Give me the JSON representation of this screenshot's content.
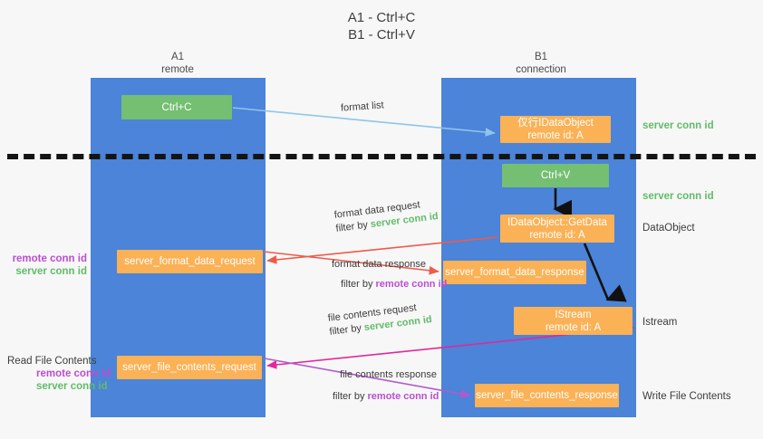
{
  "title": {
    "line1": "A1 - Ctrl+C",
    "line2": "B1 - Ctrl+V"
  },
  "columns": [
    {
      "name": "A1",
      "sub": "remote"
    },
    {
      "name": "B1",
      "sub": "connection"
    }
  ],
  "nodes": {
    "ctrl_c": {
      "label": "Ctrl+C",
      "color": "#74bf72"
    },
    "idataobject": {
      "line1": "仅行IDataObject",
      "line2": "remote id: A",
      "color": "#fbb155"
    },
    "ctrl_v": {
      "label": "Ctrl+V",
      "color": "#74bf72"
    },
    "getdata": {
      "line1": "IDataObject::GetData",
      "line2": "remote id: A",
      "color": "#fbb155"
    },
    "server_format_data_request": {
      "label": "server_format_data_request",
      "color": "#fbb155"
    },
    "server_format_data_response": {
      "label": "server_format_data_response",
      "color": "#fbb155"
    },
    "istream": {
      "line1": "IStream",
      "line2": "remote id: A",
      "color": "#fbb155"
    },
    "server_file_contents_request": {
      "label": "server_file_contents_request",
      "color": "#fbb155"
    },
    "server_file_contents_response": {
      "label": "server_file_contents_response",
      "color": "#fbb155"
    }
  },
  "edges": {
    "format_list": {
      "label": "format list",
      "color": "#8ec5ea"
    },
    "format_data_request": {
      "line1": "format data request",
      "filter_prefix": "filter by ",
      "filter_value": "server conn id",
      "color": "#ef5a4a"
    },
    "format_data_response": {
      "line1": "format data response",
      "filter_prefix": "filter by ",
      "filter_value": "remote conn id",
      "color": "#ef5a4a"
    },
    "file_contents_request": {
      "line1": "file contents request",
      "filter_prefix": "filter by ",
      "filter_value": "server conn id",
      "color": "#e0299b"
    },
    "file_contents_response": {
      "line1": "file contents response",
      "filter_prefix": "filter by ",
      "filter_value": "remote conn id",
      "color": "#b05ad0"
    }
  },
  "annotations": {
    "server_conn_id_top": "server conn id",
    "server_conn_id_mid": "server conn id",
    "dataobject": "DataObject",
    "istream": "Istream",
    "write_file_contents": "Write File Contents",
    "read_file_contents": "Read File Contents",
    "remote_conn_id": "remote conn id",
    "server_conn_id": "server conn id"
  },
  "colors": {
    "lane": "#4b84d8",
    "green_node": "#74bf72",
    "orange_node": "#fbb155",
    "green_text": "#62bb6b",
    "purple_text": "#bb4ed0",
    "divider": "#141414",
    "background": "#f7f7f7"
  }
}
